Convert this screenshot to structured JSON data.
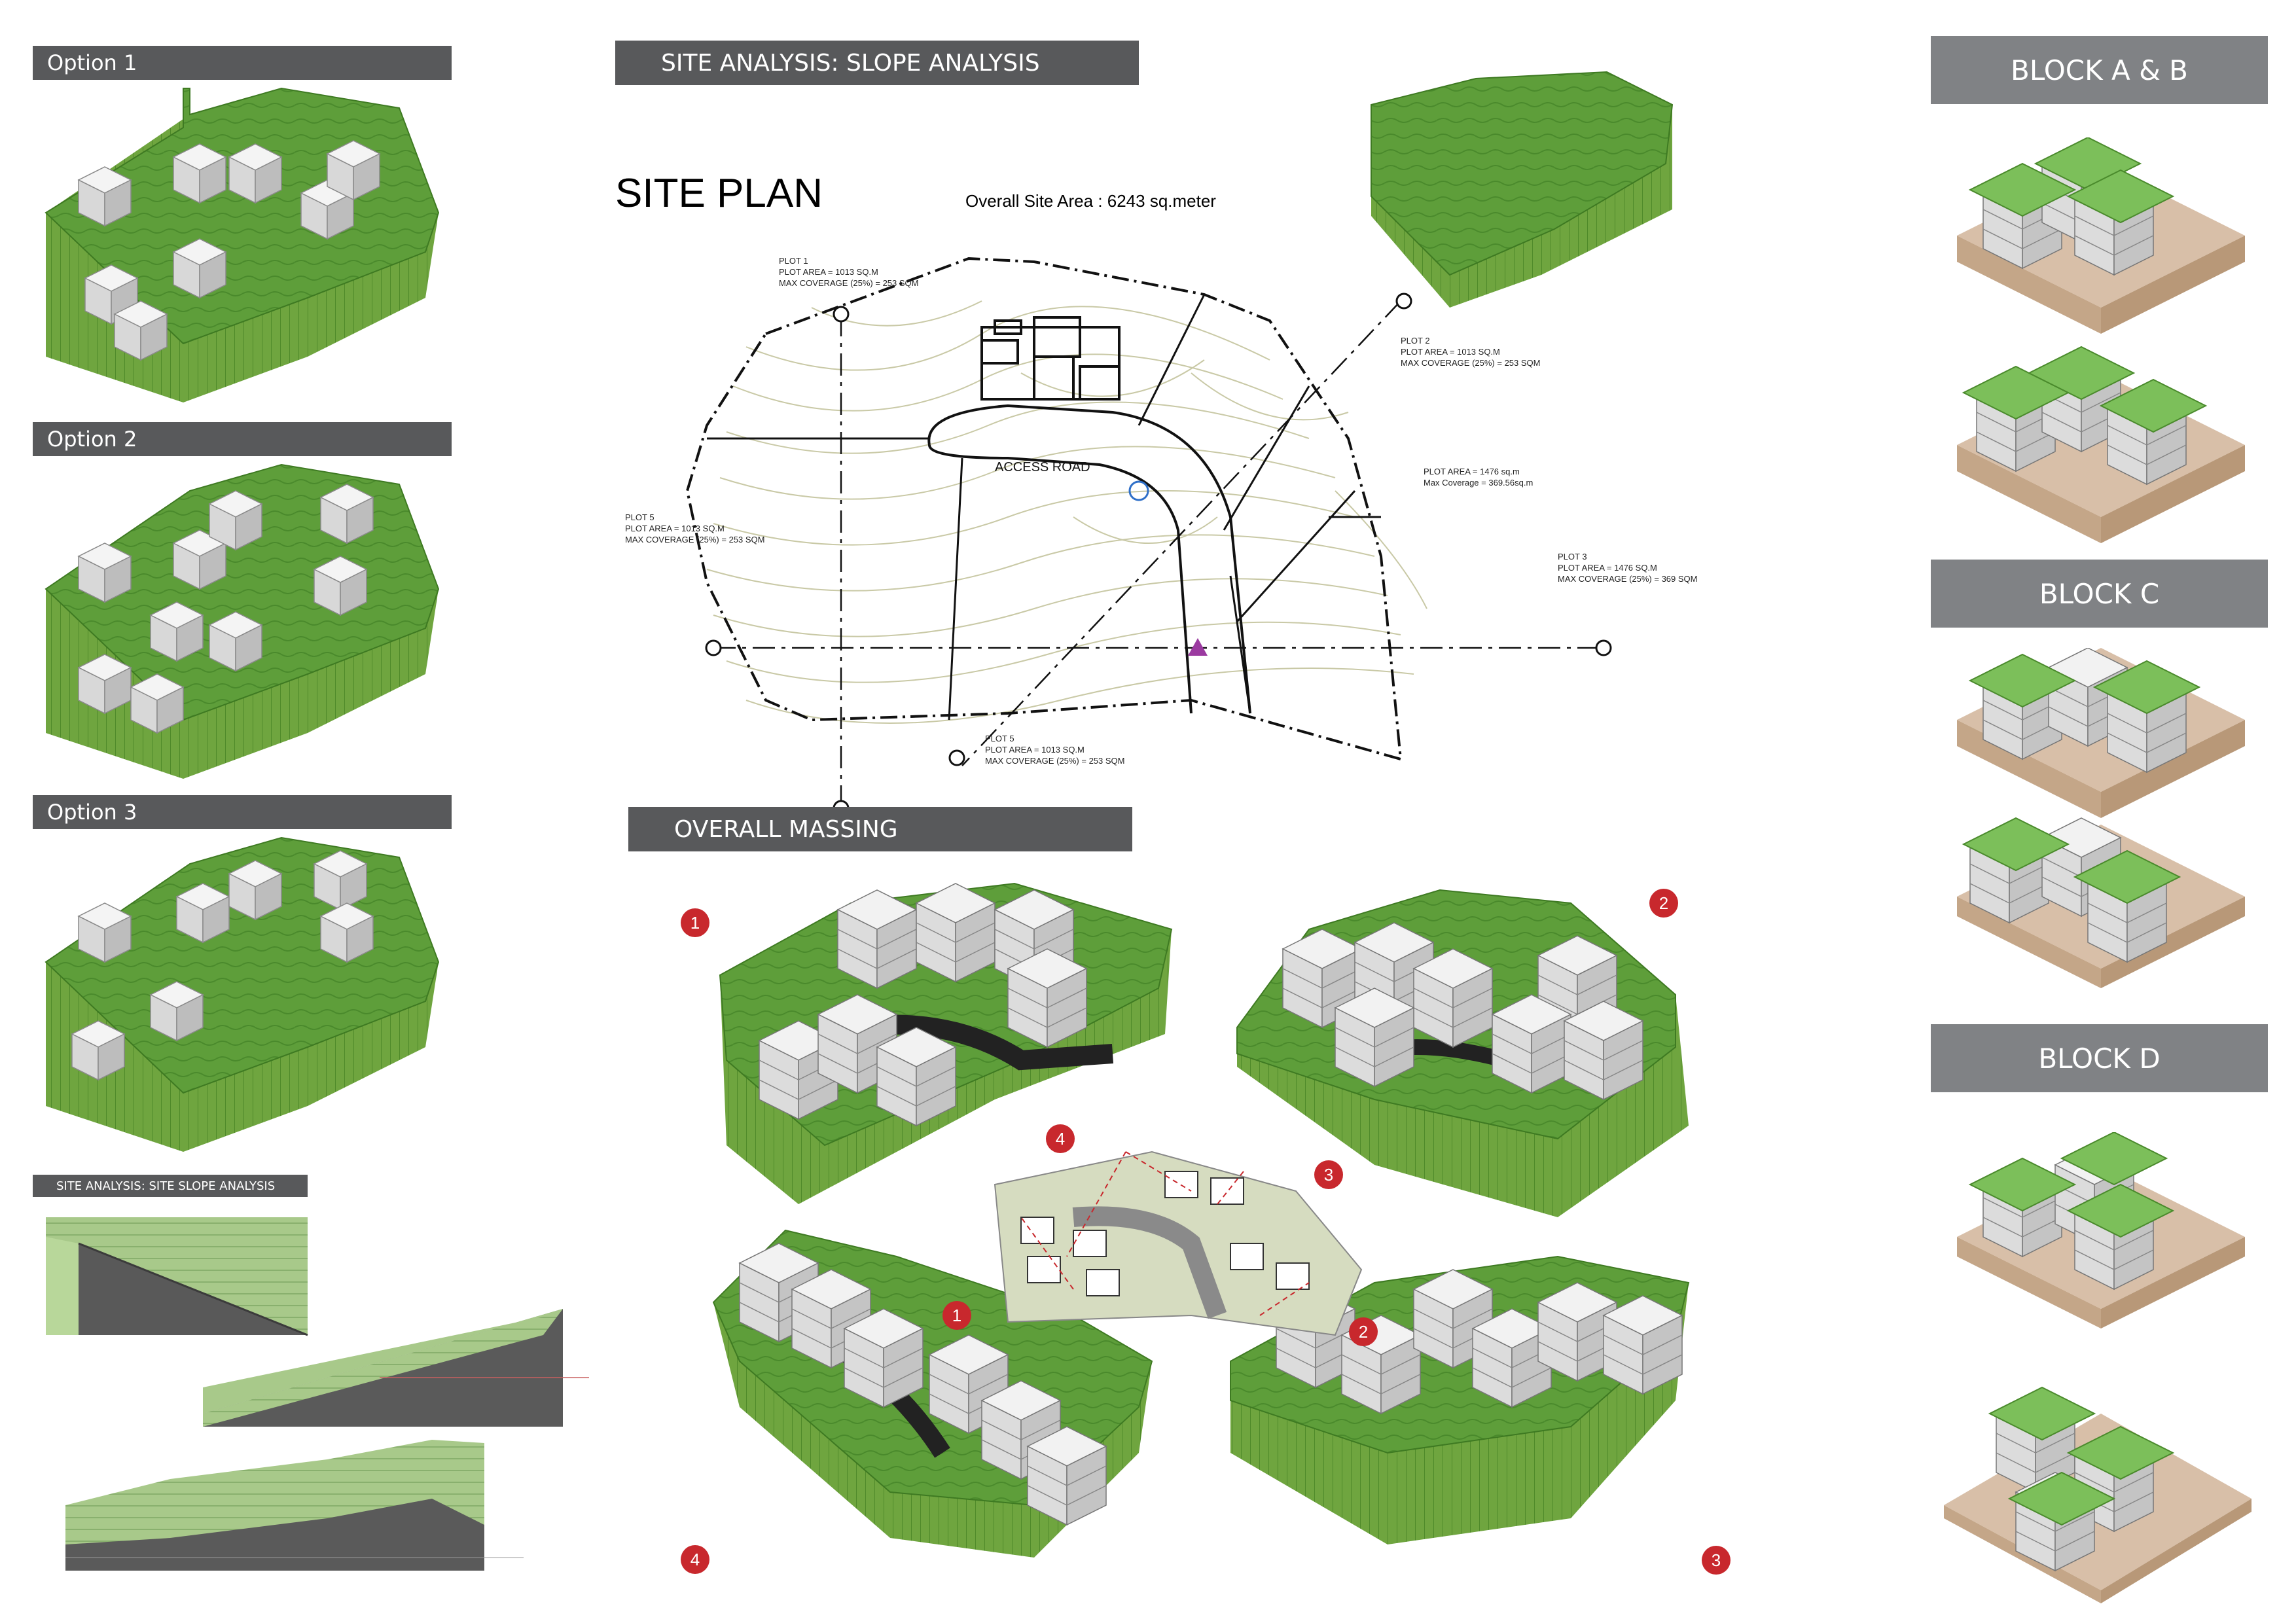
{
  "colors": {
    "terrain": "#5e9e3a",
    "terrain_dark": "#3e7a22",
    "side": "#6fa53f",
    "bar": "#58595b",
    "bar_light": "#808285",
    "plinth": "#d8bfa8",
    "marker": "#c8282d",
    "roof": "#7cbf5a"
  },
  "options": [
    {
      "label": "Option 1"
    },
    {
      "label": "Option 2"
    },
    {
      "label": "Option 3"
    }
  ],
  "slope_panel": {
    "title": "SITE ANALYSIS: SITE SLOPE ANALYSIS"
  },
  "site": {
    "header": "SITE ANALYSIS: SLOPE ANALYSIS",
    "title": "SITE PLAN",
    "area": "Overall Site Area : 6243 sq.meter",
    "road": "ACCESS ROAD",
    "plot1": [
      "PLOT 1",
      "PLOT AREA = 1013 SQ.M",
      "MAX COVERAGE (25%) = 253 SQM"
    ],
    "plot2": [
      "PLOT 2",
      "PLOT AREA = 1013 SQ.M",
      "MAX COVERAGE (25%) = 253 SQM"
    ],
    "plot3": [
      "PLOT 3",
      "PLOT AREA = 1476 SQ.M",
      "MAX COVERAGE (25%) = 369 SQM"
    ],
    "plot4": [
      "PLOT AREA = 1476 sq.m",
      "Max Coverage = 369.56sq.m"
    ],
    "plot5a": [
      "PLOT 5",
      "PLOT AREA = 1013 SQ.M",
      "MAX COVERAGE (25%) = 253 SQM"
    ],
    "plot5b": [
      "PLOT 5",
      "PLOT AREA = 1013 SQ.M",
      "MAX COVERAGE (25%) = 253 SQM"
    ]
  },
  "massing": {
    "header": "OVERALL MASSING",
    "markers": [
      "1",
      "2",
      "3",
      "4"
    ]
  },
  "blocks": [
    {
      "label": "BLOCK A & B"
    },
    {
      "label": "BLOCK C"
    },
    {
      "label": "BLOCK D"
    }
  ]
}
